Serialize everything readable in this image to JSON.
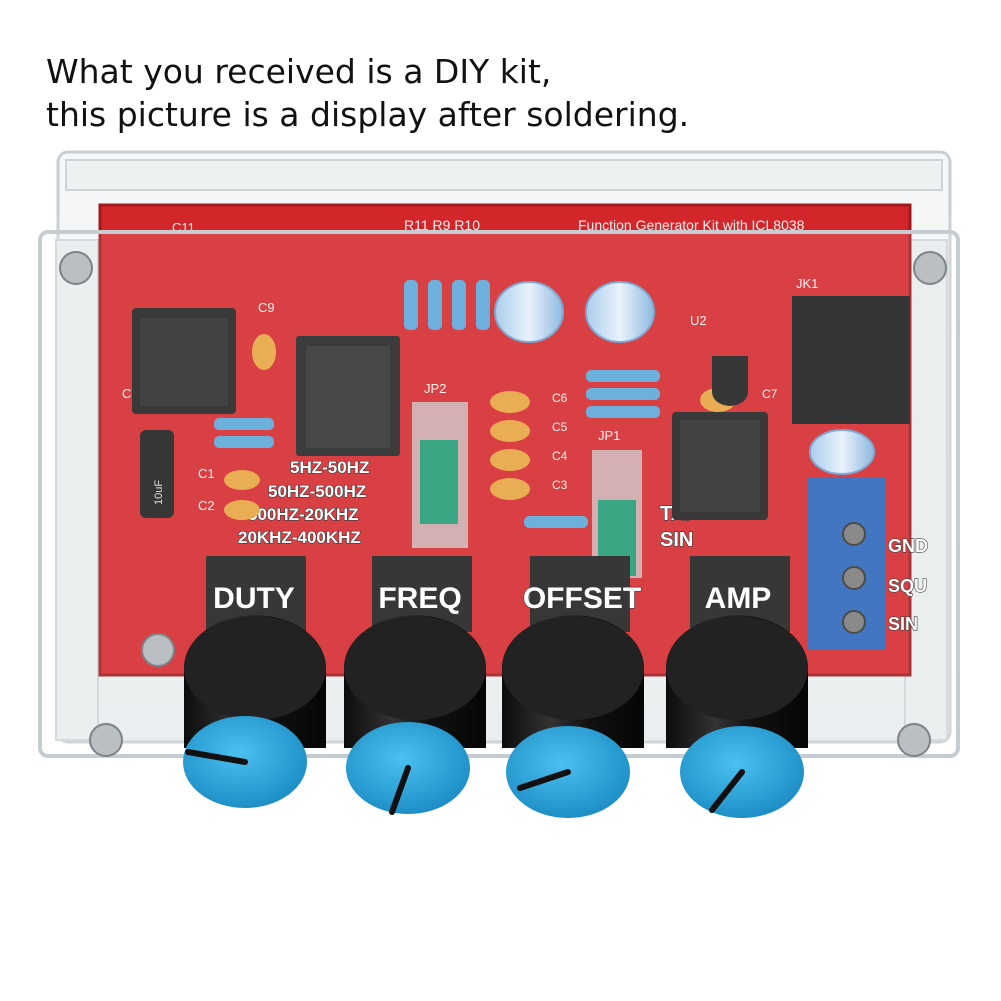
{
  "caption": {
    "line1": "What you received is a DIY kit,",
    "line2": "this picture is a display after soldering."
  },
  "board": {
    "title": "Function Generator Kit with ICL8038",
    "resistor_labels": "R11  R9  R10",
    "refs": {
      "c11": "C11",
      "c9": "C9",
      "c1a": "C1",
      "c1": "C1",
      "c2": "C2",
      "jp2": "JP2",
      "jp1": "JP1",
      "u2": "U2",
      "jk1": "JK1",
      "c6": "C6",
      "c5": "C5",
      "c4": "C4",
      "c3": "C3",
      "c7": "C7"
    },
    "ranges": [
      "5HZ-50HZ",
      "50HZ-500HZ",
      "500HZ-20KHZ",
      "20KHZ-400KHZ"
    ],
    "wave_labels": [
      "TAI",
      "SIN"
    ],
    "terminal_labels": [
      "GND",
      "SQU",
      "SIN"
    ],
    "knob_labels": [
      "DUTY",
      "FREQ",
      "OFFSET",
      "AMP"
    ],
    "cap_marking": "10uF",
    "colors": {
      "pcb": "#d3262b",
      "knob_cap": "#2aa3dc",
      "knob_body": "#1a1a1a",
      "terminal_block": "#2a63b8",
      "jumper": "#1f9a72"
    }
  }
}
